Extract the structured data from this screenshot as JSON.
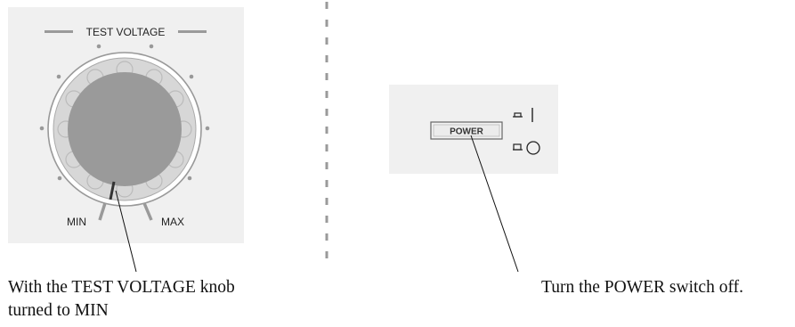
{
  "knob_panel": {
    "title": "TEST VOLTAGE",
    "min_label": "MIN",
    "max_label": "MAX",
    "panel_color": "#f0f0f0",
    "knob_ring_color": "#d7d7d7",
    "knob_face_color": "#9a9a9a",
    "indicator_position": "MIN"
  },
  "power_panel": {
    "button_label": "POWER",
    "on_symbol": "|",
    "off_symbol": "O",
    "state": "off"
  },
  "captions": {
    "left": "With the TEST VOLTAGE knob\nturned to MIN",
    "right": "Turn the POWER switch off."
  }
}
